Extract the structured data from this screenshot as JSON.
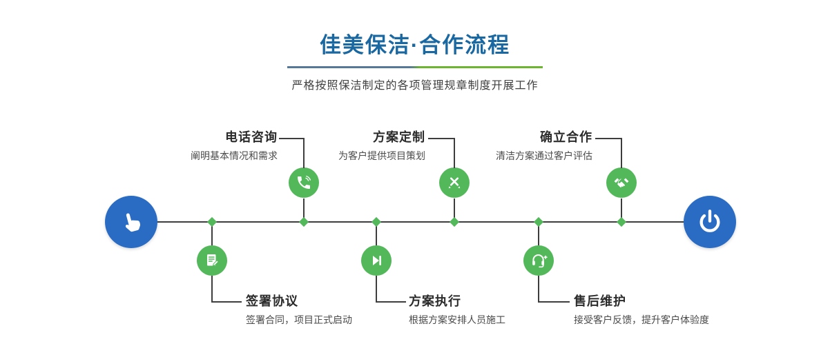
{
  "header": {
    "title": "佳美保洁·合作流程",
    "subtitle": "严格按照保洁制定的各项管理规章制度开展工作"
  },
  "colors": {
    "title_blue": "#1a68a2",
    "node_blue": "#2a6cc4",
    "node_green": "#52b85a",
    "divider_left": "#55779a",
    "divider_right": "#6cb52e",
    "line": "#3d3d3d"
  },
  "timeline": {
    "start_icon": "pointing-hand-icon",
    "end_icon": "power-icon"
  },
  "steps_top": [
    {
      "title": "电话咨询",
      "desc": "阐明基本情况和需求",
      "icon": "phone-icon"
    },
    {
      "title": "方案定制",
      "desc": "为客户提供项目策划",
      "icon": "pencil-tools-icon"
    },
    {
      "title": "确立合作",
      "desc": "清洁方案通过客户评估",
      "icon": "handshake-icon"
    }
  ],
  "steps_bottom": [
    {
      "title": "签署协议",
      "desc": "签署合同，项目正式启动",
      "icon": "contract-icon"
    },
    {
      "title": "方案执行",
      "desc": "根据方案安排人员施工",
      "icon": "play-icon"
    },
    {
      "title": "售后维护",
      "desc": "接受客户反馈，提升客户体验度",
      "icon": "headset-icon"
    }
  ]
}
